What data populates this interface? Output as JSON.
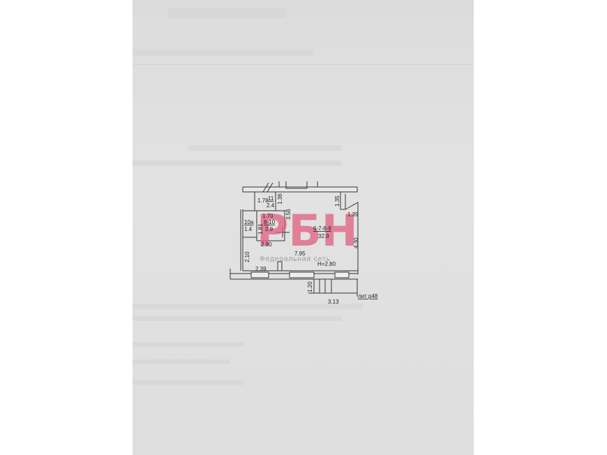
{
  "watermark": {
    "logo": "РБН",
    "subtitle": "Федеральная сеть",
    "color": "#e06080"
  },
  "floor_plan": {
    "rooms": [
      {
        "id": "11",
        "area": "2.4"
      },
      {
        "id": "10а",
        "area": "1.4"
      },
      {
        "id": "8-10",
        "area": "2.9"
      },
      {
        "id": "6-7-8-9",
        "area": "32.9"
      }
    ],
    "dimensions": [
      "1.78",
      "1.36",
      "1.35",
      "1.39",
      "1.70",
      "1.81",
      "3.56",
      "4.30",
      "2.80",
      "7.95",
      "2.10",
      "2.39",
      "1.20",
      "3.13"
    ],
    "height": "H=2.80",
    "liter": "лит р48"
  }
}
